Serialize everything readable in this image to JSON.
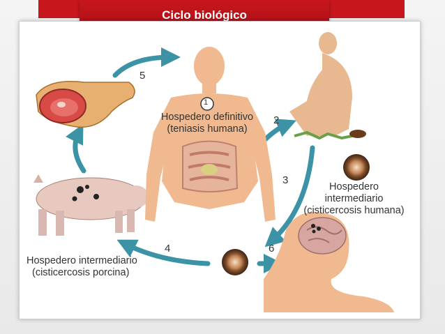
{
  "header": {
    "title": "Ciclo biológico"
  },
  "diagram": {
    "definitive_host": {
      "marker": "1",
      "line1": "Hospedero definitivo",
      "line2": "(teniasis humana)"
    },
    "human_intermediate": {
      "line1": "Hospedero",
      "line2": "intermediario",
      "line3": "(cisticercosis humana)"
    },
    "pig_intermediate": {
      "line1": "Hospedero intermediario",
      "line2": "(cisticercosis porcina)"
    },
    "steps": [
      "2",
      "3",
      "4",
      "5",
      "6"
    ]
  }
}
